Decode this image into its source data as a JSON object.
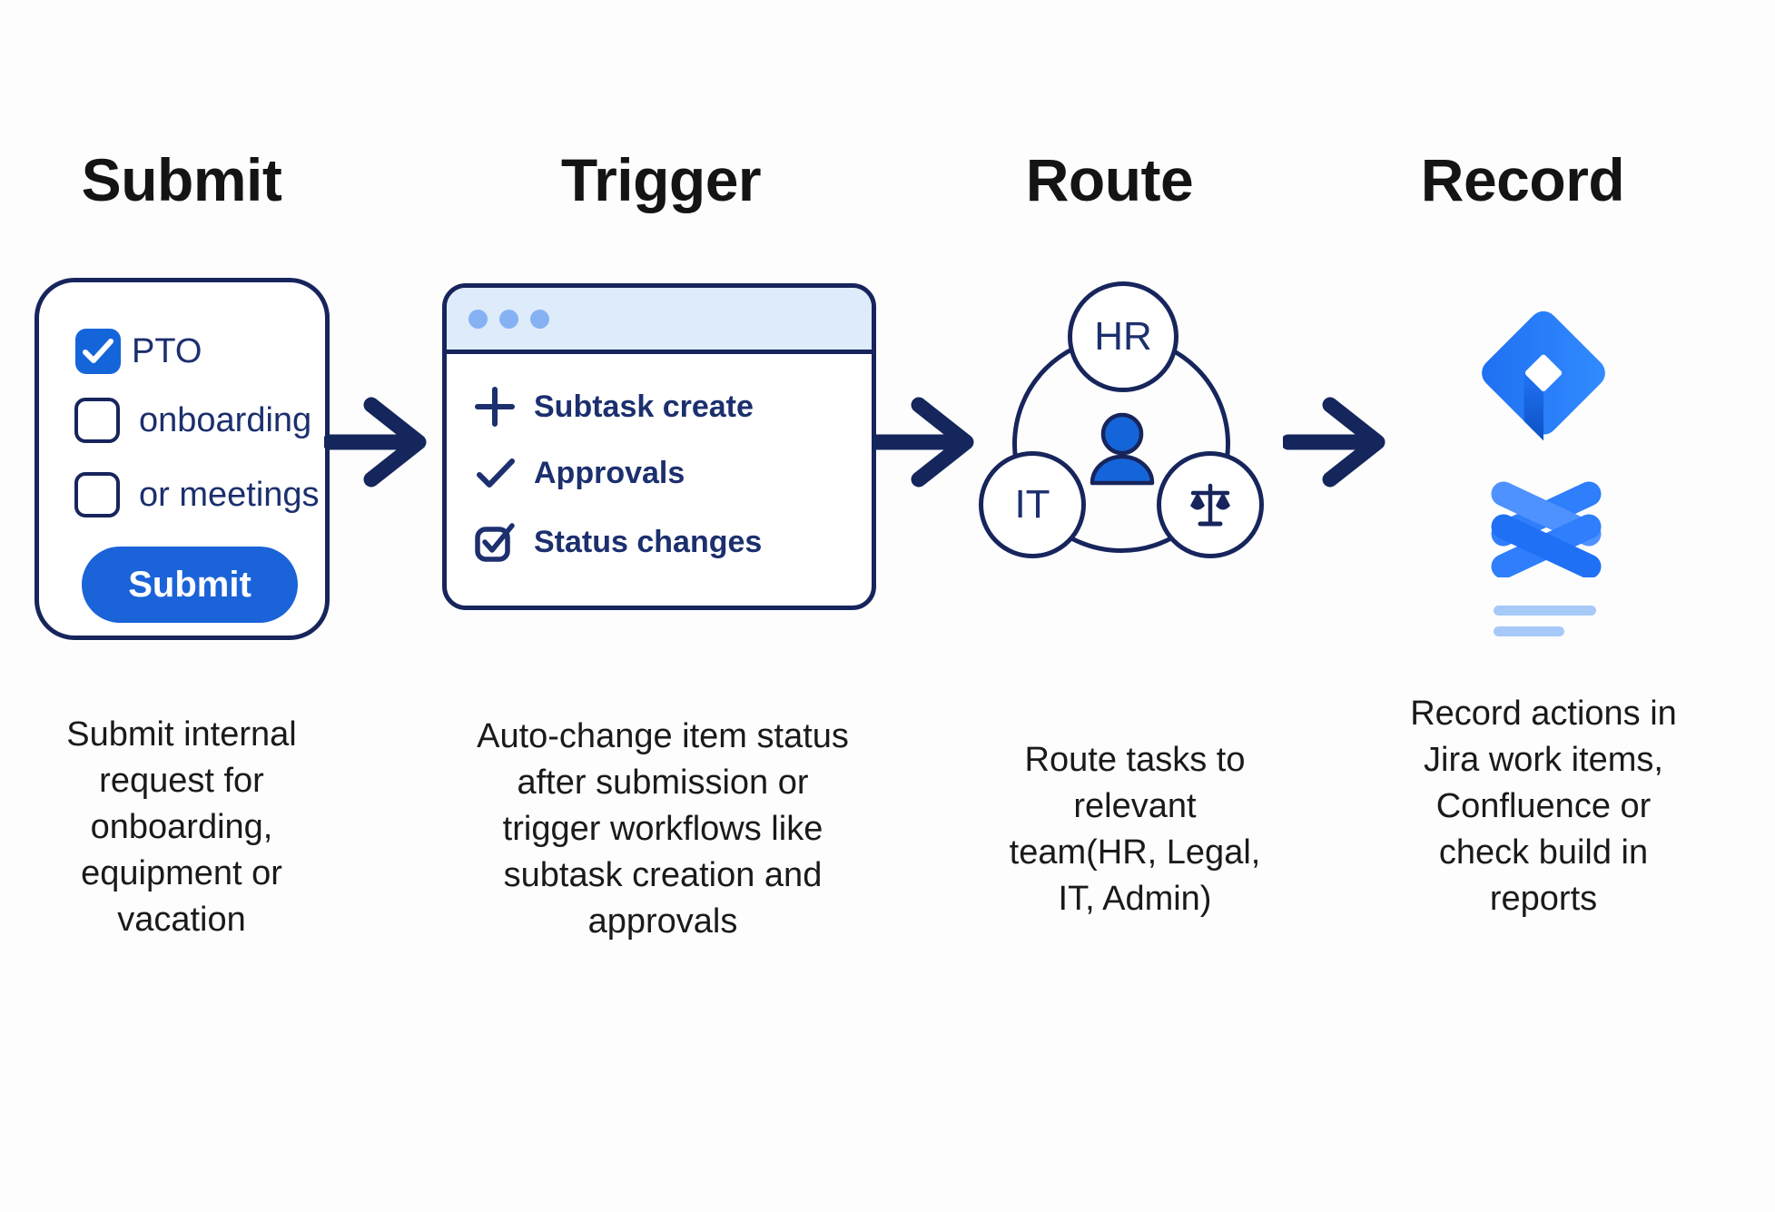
{
  "steps": [
    {
      "title": "Submit",
      "desc_lines": [
        "Submit internal",
        "request for",
        "onboarding,",
        "equipment or",
        "vacation"
      ],
      "form": {
        "checkboxes": [
          {
            "label": "PTO",
            "checked": true
          },
          {
            "label": "onboarding",
            "checked": false
          },
          {
            "label": "or meetings",
            "checked": false
          }
        ],
        "button_label": "Submit"
      }
    },
    {
      "title": "Trigger",
      "desc_lines": [
        "Auto-change item status",
        "after submission or",
        "trigger workflows like",
        "subtask creation and",
        "approvals"
      ],
      "window_items": [
        {
          "icon": "plus-icon",
          "label": "Subtask create"
        },
        {
          "icon": "check-icon",
          "label": "Approvals"
        },
        {
          "icon": "checkbox-checked-icon",
          "label": "Status changes"
        }
      ]
    },
    {
      "title": "Route",
      "desc_lines": [
        "Route tasks to",
        "relevant",
        "team(HR, Legal,",
        "IT, Admin)"
      ],
      "teams": [
        {
          "label": "HR"
        },
        {
          "label": "IT"
        },
        {
          "icon": "scales-icon"
        }
      ]
    },
    {
      "title": "Record",
      "desc_lines": [
        "Record actions in",
        "Jira work items,",
        "Confluence or",
        "check build in",
        "reports"
      ],
      "logos": [
        "jira-logo",
        "confluence-logo"
      ]
    }
  ],
  "colors": {
    "navy": "#17255C",
    "text_navy": "#1C2F6E",
    "blue": "#1565DA",
    "browser_bar": "#DEEBFB",
    "browser_dot": "#86B2F4",
    "jira_blue": "#2B80FC",
    "record_line_blue": "#A6C9F8"
  }
}
